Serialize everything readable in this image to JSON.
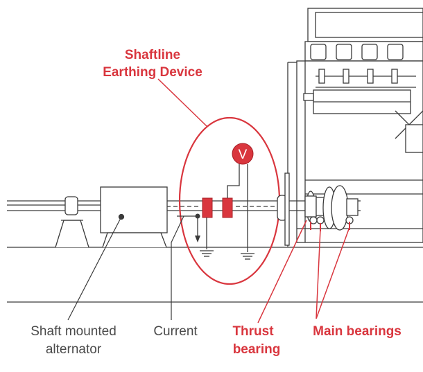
{
  "labels": {
    "device_line1": "Shaftline",
    "device_line2": "Earthing Device",
    "voltmeter": "V",
    "alternator_line1": "Shaft mounted",
    "alternator_line2": "alternator",
    "current": "Current",
    "thrust_line1": "Thrust",
    "thrust_line2": "bearing",
    "main_bearings": "Main bearings"
  },
  "colors": {
    "accent": "#d9363e",
    "line": "#3a3a3a",
    "text": "#4a4a4a"
  }
}
